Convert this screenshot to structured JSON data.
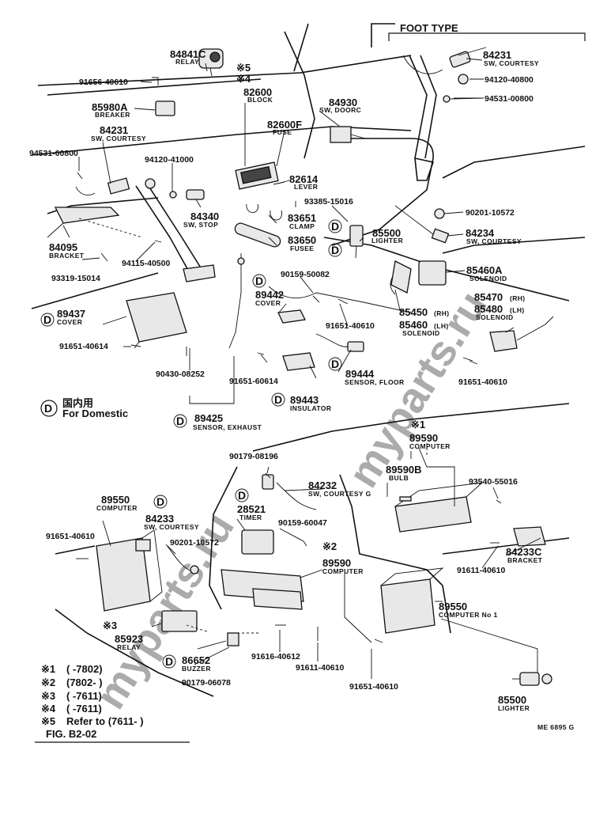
{
  "header": {
    "foot_type": "FOOT TYPE"
  },
  "watermark": "myparts.ru",
  "domestic_note": {
    "symbol": "D",
    "jp": "国内用",
    "en": "For Domestic"
  },
  "parts": {
    "p84841c": {
      "num": "84841C",
      "name": "RELAY"
    },
    "p91656": {
      "num": "91656-40610"
    },
    "p85980a": {
      "num": "85980A",
      "name": "BREAKER"
    },
    "p84231a": {
      "num": "84231",
      "name": "SW, COURTESY"
    },
    "p82600": {
      "num": "82600",
      "name": "BLOCK"
    },
    "p82600f": {
      "num": "82600F",
      "name": "FUSE"
    },
    "p84930": {
      "num": "84930",
      "name": "SW, DOORC"
    },
    "p94531a": {
      "num": "94531-00800"
    },
    "p94120a": {
      "num": "94120-41000"
    },
    "p82614": {
      "num": "82614",
      "name": "LEVER"
    },
    "p84340": {
      "num": "84340",
      "name": "SW, STOP"
    },
    "p93385": {
      "num": "93385-15016"
    },
    "p83651": {
      "num": "83651",
      "name": "CLAMP"
    },
    "p83650": {
      "num": "83650",
      "name": "FUSEE"
    },
    "p85500a": {
      "num": "85500",
      "name": "LIGHTER"
    },
    "p84095": {
      "num": "84095",
      "name": "BRACKET"
    },
    "p94115": {
      "num": "94115-40500"
    },
    "p93319": {
      "num": "93319-15014"
    },
    "p90159a": {
      "num": "90159-50082"
    },
    "p89442": {
      "num": "89442",
      "name": "COVER"
    },
    "p89437": {
      "num": "89437",
      "name": "COVER"
    },
    "p91651a": {
      "num": "91651-40614"
    },
    "p91651b": {
      "num": "91651-40610"
    },
    "p85450": {
      "num": "85450",
      "suffix": "(RH)"
    },
    "p85460": {
      "num": "85460",
      "suffix": "(LH)",
      "name": "SOLENOID"
    },
    "p89444": {
      "num": "89444",
      "name": "SENSOR, FLOOR"
    },
    "p91651c": {
      "num": "91651-60614"
    },
    "p89443": {
      "num": "89443",
      "name": "INSULATOR"
    },
    "p90430": {
      "num": "90430-08252"
    },
    "p89425": {
      "num": "89425",
      "name": "SENSOR, EXHAUST"
    },
    "p84231b": {
      "num": "84231",
      "name": "SW, COURTESY"
    },
    "p94120b": {
      "num": "94120-40800"
    },
    "p94531b": {
      "num": "94531-00800"
    },
    "p90201a": {
      "num": "90201-10572"
    },
    "p84234": {
      "num": "84234",
      "name": "SW, COURTESY"
    },
    "p85460a": {
      "num": "85460A",
      "name": "SOLENOID"
    },
    "p85470": {
      "num": "85470",
      "suffix": "(RH)"
    },
    "p85480": {
      "num": "85480",
      "suffix": "(LH)",
      "name": "SOLENOID"
    },
    "p91651d": {
      "num": "91651-40610"
    },
    "p89590a": {
      "num": "89590",
      "name": "COMPUTER"
    },
    "p90179a": {
      "num": "90179-08196"
    },
    "p84232": {
      "num": "84232",
      "name": "SW, COURTESY G"
    },
    "p89590b": {
      "num": "89590B",
      "name": "BULB"
    },
    "p93540": {
      "num": "93540-55016"
    },
    "p89550a": {
      "num": "89550",
      "name": "COMPUTER"
    },
    "p28521": {
      "num": "28521",
      "name": "TIMER"
    },
    "p84233": {
      "num": "84233",
      "name": "SW, COURTESY"
    },
    "p91651e": {
      "num": "91651-40610"
    },
    "p90201b": {
      "num": "90201-10572"
    },
    "p90159b": {
      "num": "90159-60047"
    },
    "p89590c": {
      "num": "89590",
      "name": "COMPUTER"
    },
    "p84233c": {
      "num": "84233C",
      "name": "BRACKET"
    },
    "p91611a": {
      "num": "91611-40610"
    },
    "p89550b": {
      "num": "89550",
      "name": "COMPUTER No 1"
    },
    "p85923": {
      "num": "85923",
      "name": "RELAY"
    },
    "p86652": {
      "num": "86652",
      "name": "BUZZER"
    },
    "p91616": {
      "num": "91616-40612"
    },
    "p91611b": {
      "num": "91611-40610"
    },
    "p90179b": {
      "num": "90179-06078"
    },
    "p91651f": {
      "num": "91651-40610"
    },
    "p85500b": {
      "num": "85500",
      "name": "LIGHTER"
    }
  },
  "callouts": {
    "c5": "※5",
    "c4": "※4",
    "c1": "※1",
    "c2": "※2",
    "c3": "※3"
  },
  "footnotes": {
    "n1": {
      "mark": "※1",
      "text": "(      -7802)"
    },
    "n2": {
      "mark": "※2",
      "text": "(7802-      )"
    },
    "n3": {
      "mark": "※3",
      "text": "(      -7611)"
    },
    "n4": {
      "mark": "※4",
      "text": "(      -7611)"
    },
    "n5": {
      "mark": "※5",
      "text": "Refer to   (7611-      )"
    },
    "fig": "FIG. B2-02"
  },
  "code": "ME 6895 G"
}
